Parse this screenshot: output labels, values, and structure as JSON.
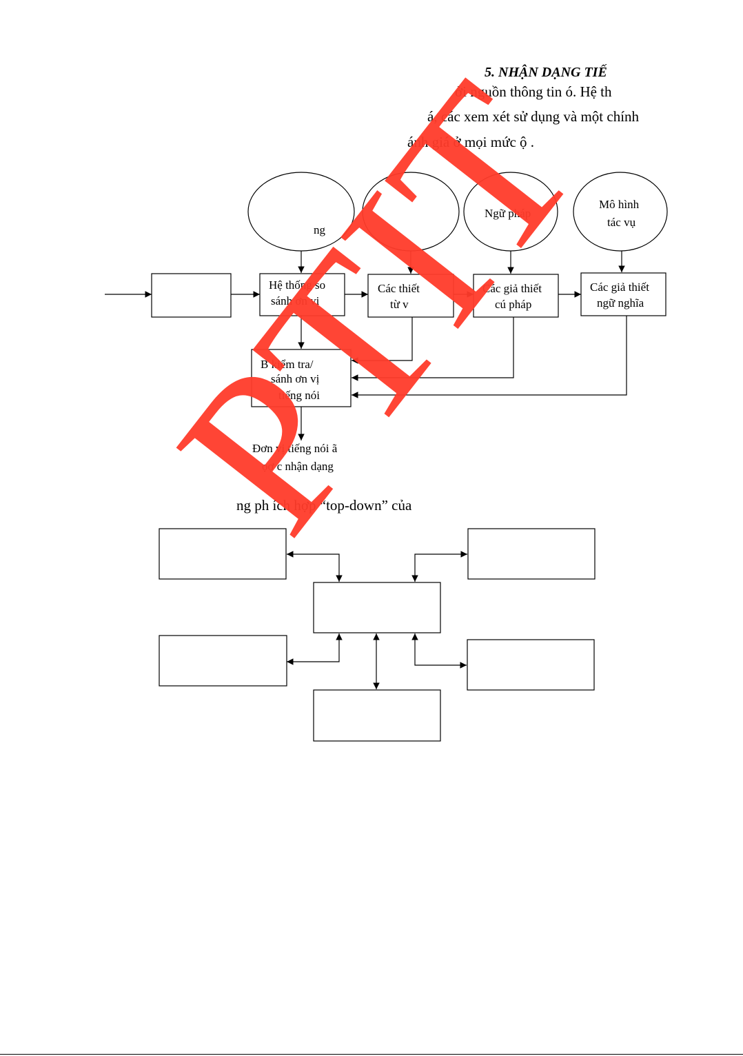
{
  "page": {
    "heading": "5. NHẬN DẠNG TIẾ",
    "paragraph_lines": [
      "ởi nguồn thông tin ó. Hệ    th",
      "á, các xem xét sử dụng và một chính",
      "ánh giá ở   mọi mức ộ  ."
    ],
    "caption": "ng ph    ích hợp “top-down” của"
  },
  "diagram1": {
    "knowledge_sources": [
      {
        "id": "ks1",
        "text": [
          "ng"
        ]
      },
      {
        "id": "ks2",
        "text": [
          ""
        ]
      },
      {
        "id": "ks3",
        "text": [
          "Ngữ pháp"
        ]
      },
      {
        "id": "ks4",
        "text": [
          "Mô hình",
          "tác vụ"
        ]
      }
    ],
    "boxes": {
      "input_box": [
        ""
      ],
      "unit_matcher": [
        "Hệ thống so",
        "sánh ơn vị"
      ],
      "lexical_hyp": [
        "Các    thiết",
        "từ v"
      ],
      "syntax_hyp": [
        "Các giả thiết",
        "cú pháp"
      ],
      "semantic_hyp": [
        "Các giả thiết",
        "ngữ nghĩa"
      ],
      "verifier": [
        "B  kiểm tra/  ",
        "sánh ơn vị",
        "tiếng nói"
      ]
    },
    "output_text": [
      "Đơn vị tiếng nói ã",
      "ọợ c nhận dạng"
    ]
  },
  "diagram2": {
    "boxes": [
      {
        "id": "top-left",
        "text": ""
      },
      {
        "id": "top-right",
        "text": ""
      },
      {
        "id": "center",
        "text": ""
      },
      {
        "id": "mid-left",
        "text": ""
      },
      {
        "id": "mid-right",
        "text": ""
      },
      {
        "id": "bottom",
        "text": ""
      }
    ]
  },
  "watermark": {
    "text": "PTIT",
    "color": "#ff3b2a"
  }
}
